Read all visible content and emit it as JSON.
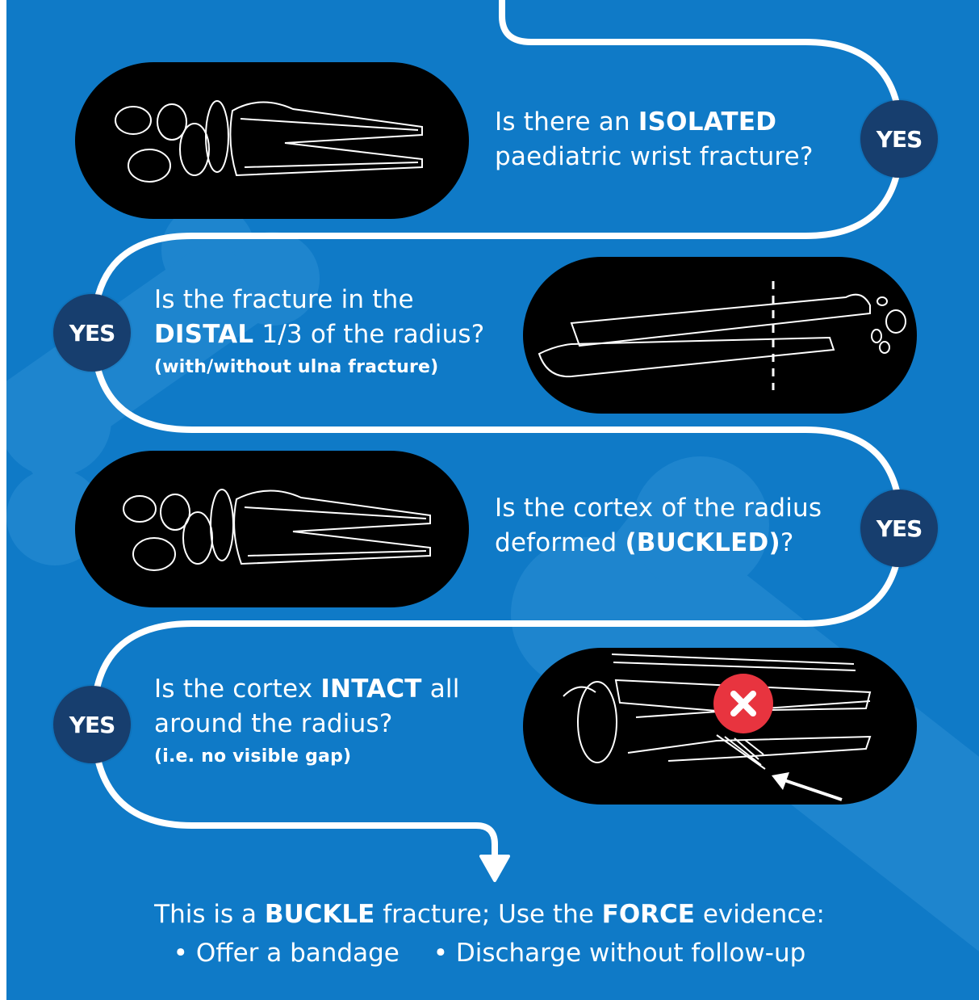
{
  "colors": {
    "panel": "#0f7ac7",
    "yes_badge": "#173e6e",
    "pill": "#000000",
    "path": "#ffffff",
    "cross": "#e8343f"
  },
  "steps": [
    {
      "line1_pre": "Is there an ",
      "line1_bold": "ISOLATED",
      "line2": "paediatric wrist fracture?",
      "badge": "YES",
      "image": "wrist-xray-icon"
    },
    {
      "line1": "Is the fracture in the",
      "line2_bold": "DISTAL",
      "line2_rest": " 1/3 of the radius?",
      "note": "(with/without ulna fracture)",
      "badge": "YES",
      "image": "forearm-xray-icon"
    },
    {
      "line1": "Is the cortex of the radius",
      "line2_pre": "deformed ",
      "line2_bold": "(BUCKLED)",
      "line2_post": "?",
      "badge": "YES",
      "image": "wrist-xray-icon"
    },
    {
      "line1_pre": "Is the cortex ",
      "line1_bold": "INTACT",
      "line1_post": " all",
      "line2": "around the radius?",
      "note": "(i.e. no visible gap)",
      "badge": "YES",
      "image": "cortex-break-xray-icon"
    }
  ],
  "footer": {
    "pre1": "This is a ",
    "bold1": "BUCKLE",
    "mid1": " fracture; Use the ",
    "bold2": "FORCE",
    "post1": " evidence:",
    "bullets": [
      "Offer a bandage",
      "Discharge without follow-up"
    ]
  }
}
